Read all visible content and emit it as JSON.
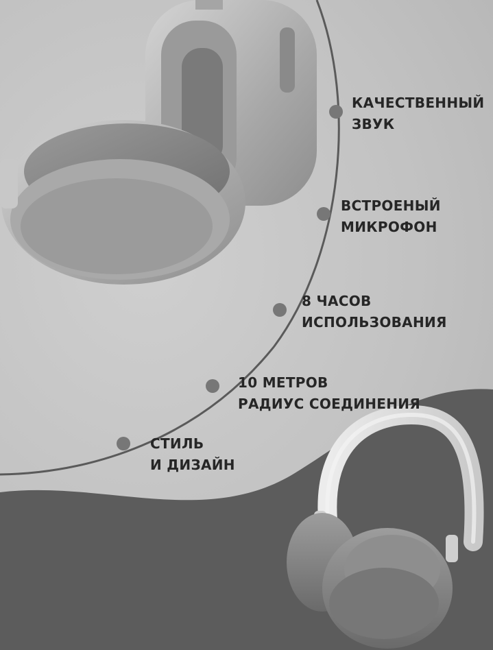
{
  "features": [
    {
      "line1": "КАЧЕСТВЕННЫЙ",
      "line2": "ЗВУК",
      "icon": "bullet-dot-icon"
    },
    {
      "line1": "ВСТРОЕНЫЙ",
      "line2": "МИКРОФОН",
      "icon": "bullet-dot-icon"
    },
    {
      "line1": "8 ЧАСОВ",
      "line2": "ИСПОЛЬЗОВАНИЯ",
      "icon": "bullet-dot-icon"
    },
    {
      "line1": "10 МЕТРОВ",
      "line2": "РАДИУС СОЕДИНЕНИЯ",
      "icon": "bullet-dot-icon"
    },
    {
      "line1": "СТИЛЬ",
      "line2": "И ДИЗАЙН",
      "icon": "bullet-dot-icon"
    }
  ],
  "colors": {
    "background": "#c2c2c2",
    "wave": "#5e5e5e",
    "arc": "#5a5a5a",
    "text": "#262626"
  }
}
